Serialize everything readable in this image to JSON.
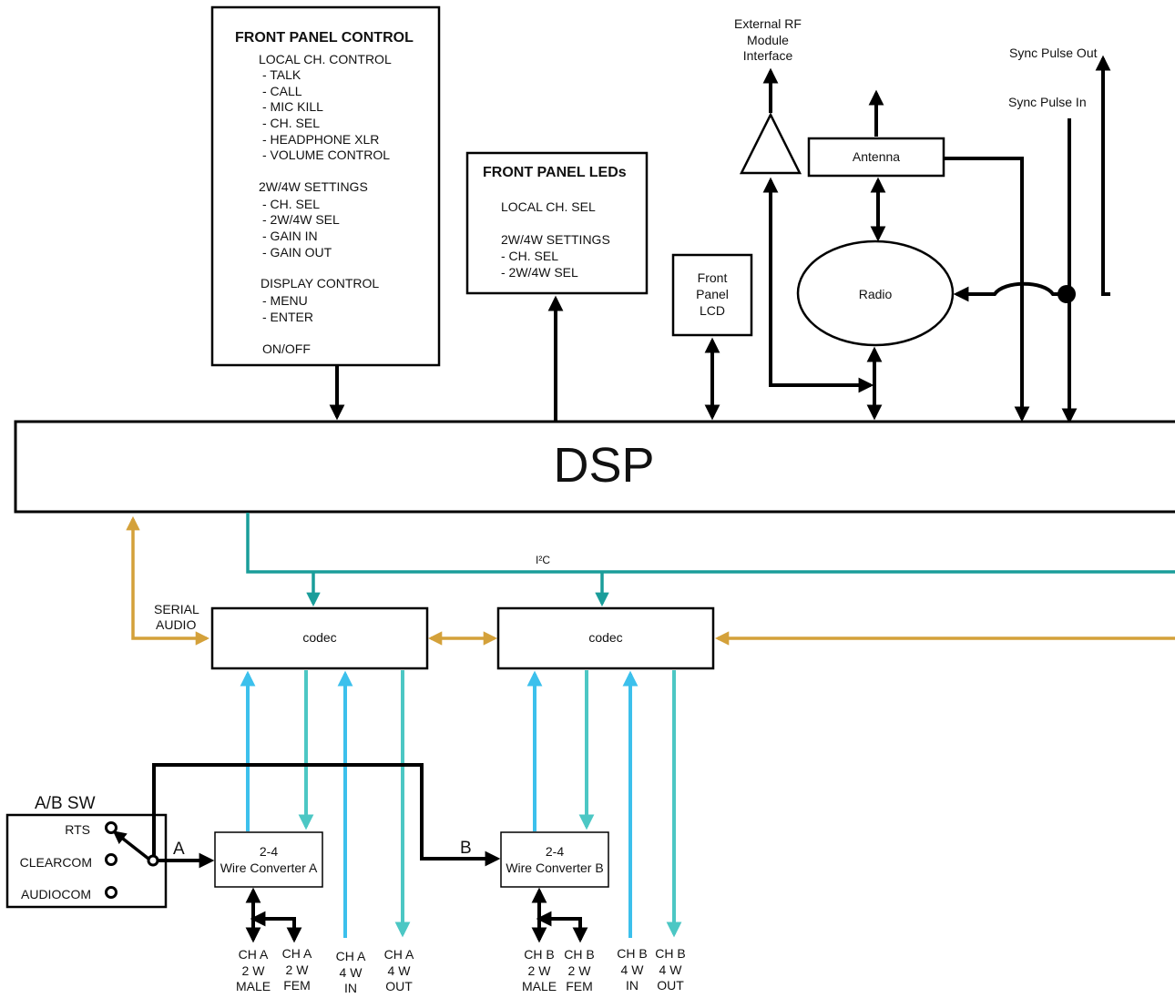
{
  "colors": {
    "black": "#000000",
    "serial_audio": "#d4a13a",
    "i2c": "#1a9d9a",
    "input_line": "#3cc0ec",
    "output_line": "#4cc7c4"
  },
  "front_panel_control": {
    "title": "FRONT PANEL CONTROL",
    "lines": [
      "LOCAL CH. CONTROL",
      "- TALK",
      "- CALL",
      "- MIC KILL",
      "- CH. SEL",
      "- HEADPHONE XLR",
      "- VOLUME CONTROL",
      "2W/4W SETTINGS",
      "- CH. SEL",
      "- 2W/4W SEL",
      "- GAIN IN",
      "- GAIN OUT",
      "DISPLAY CONTROL",
      "- MENU",
      "- ENTER",
      "ON/OFF"
    ]
  },
  "front_panel_leds": {
    "title": "FRONT PANEL LEDs",
    "lines": [
      "LOCAL CH. SEL",
      "2W/4W SETTINGS",
      "- CH. SEL",
      "- 2W/4W SEL"
    ]
  },
  "front_panel_lcd": {
    "lines": [
      "Front",
      "Panel",
      "LCD"
    ]
  },
  "external_rf": {
    "lines": [
      "External RF",
      "Module",
      "Interface"
    ]
  },
  "antenna": "Antenna",
  "radio": "Radio",
  "sync_pulse_out": "Sync Pulse Out",
  "sync_pulse_in": "Sync Pulse In",
  "dsp": "DSP",
  "i2c_label": "I²C",
  "serial_audio": {
    "lines": [
      "SERIAL",
      "AUDIO"
    ]
  },
  "codec_a": "codec",
  "codec_b": "codec",
  "ab_switch": {
    "title": "A/B SW",
    "options": [
      "RTS",
      "CLEARCOM",
      "AUDIOCOM"
    ]
  },
  "label_a": "A",
  "label_b": "B",
  "converter_a": {
    "lines": [
      "2-4",
      "Wire Converter A"
    ]
  },
  "converter_b": {
    "lines": [
      "2-4",
      "Wire Converter B"
    ]
  },
  "ports": {
    "ch_a_2w_male": [
      "CH A",
      "2 W",
      "MALE"
    ],
    "ch_a_2w_fem": [
      "CH A",
      "2 W",
      "FEM"
    ],
    "ch_a_4w_in": [
      "CH A",
      "4 W",
      "IN"
    ],
    "ch_a_4w_out": [
      "CH A",
      "4 W",
      "OUT"
    ],
    "ch_b_2w_male": [
      "CH B",
      "2 W",
      "MALE"
    ],
    "ch_b_2w_fem": [
      "CH B",
      "2 W",
      "FEM"
    ],
    "ch_b_4w_in": [
      "CH B",
      "4 W",
      "IN"
    ],
    "ch_b_4w_out": [
      "CH B",
      "4 W",
      "OUT"
    ]
  }
}
